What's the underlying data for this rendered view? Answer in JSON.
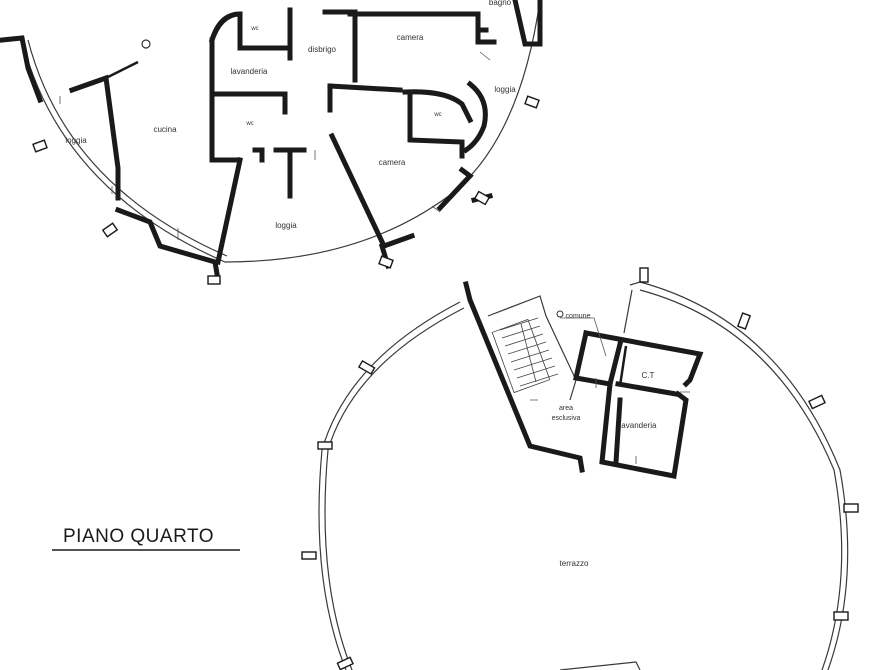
{
  "floor_title": "PIANO QUARTO",
  "upper_plan": {
    "rooms": {
      "bagno": "bagno",
      "wc_top": "wc",
      "disbrigo": "disbrigo",
      "camera_top": "camera",
      "lavanderia": "lavanderia",
      "loggia_right": "loggia",
      "wc_mid": "wc",
      "wc_right": "wc",
      "loggia_left": "loggia",
      "cucina": "cucina",
      "camera_bottom": "camera",
      "loggia_bottom": "loggia"
    }
  },
  "lower_plan": {
    "rooms": {
      "comune": "comune",
      "ct": "C.T",
      "area_line1": "area",
      "area_line2": "esclusiva",
      "lavanderia": "lavanderia",
      "terrazzo": "terrazzo"
    }
  }
}
